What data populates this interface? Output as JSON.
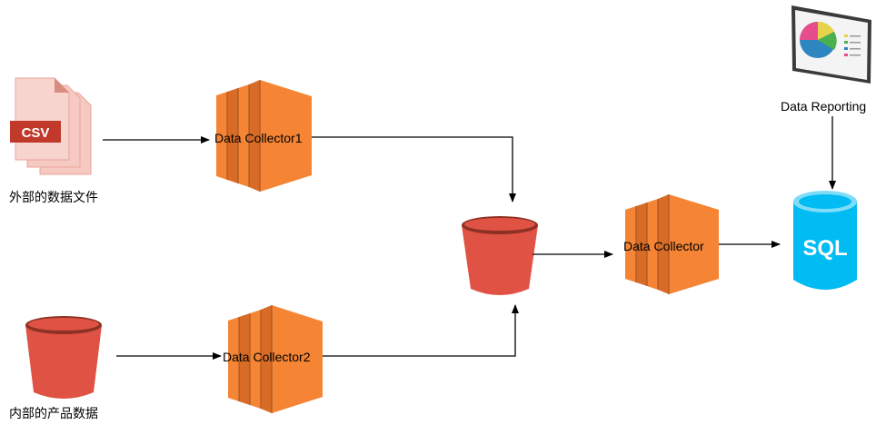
{
  "nodes": {
    "csv_files": {
      "icon_text": "CSV",
      "label": "外部的数据文件"
    },
    "product_data": {
      "label": "内部的产品数据"
    },
    "collector1": {
      "label": "Data Collector1"
    },
    "collector2": {
      "label": "Data Collector2"
    },
    "bucket": {
      "label": ""
    },
    "collector": {
      "label": "Data Collector"
    },
    "sql_db": {
      "icon_text": "SQL",
      "label": ""
    },
    "reporting": {
      "label": "Data Reporting"
    }
  },
  "colors": {
    "aws_orange": "#f58534",
    "aws_orange_dark": "#9d5025",
    "bucket_red": "#e05243",
    "bucket_dark": "#8c3123",
    "csv_pink": "#f6c9c2",
    "csv_tag": "#c0392b",
    "sql_blue": "#00bcf2",
    "arrow": "#000000"
  }
}
